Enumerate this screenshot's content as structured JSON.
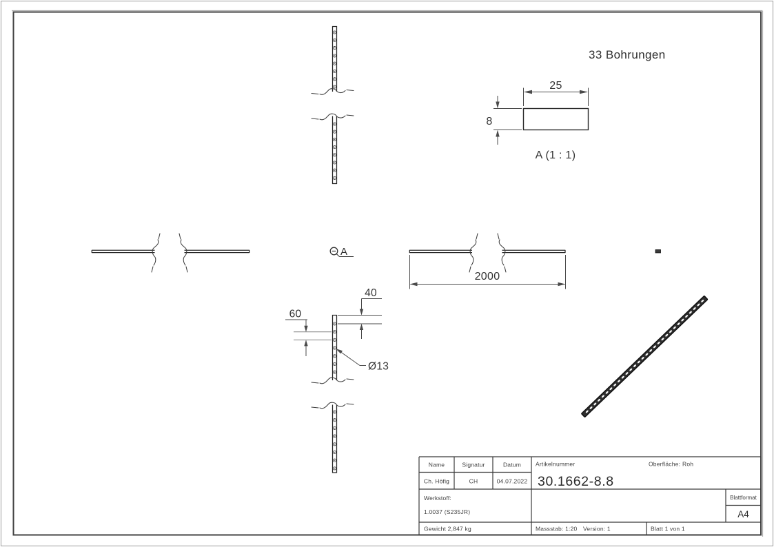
{
  "drawing": {
    "note": "33 Bohrungen",
    "detail_view_label": "A (1 : 1)",
    "detail_callout": "A",
    "dim_width": "25",
    "dim_thickness": "8",
    "dim_length": "2000",
    "dim_pitch": "60",
    "dim_end_offset": "40",
    "dim_hole_diameter": "Ø13"
  },
  "title_block": {
    "name_label": "Name",
    "signatur_label": "Signatur",
    "datum_label": "Datum",
    "name": "Ch. Höfig",
    "signatur": "CH",
    "datum": "04.07.2022",
    "artikelnummer_label": "Artikelnummer",
    "artikelnummer": "30.1662-8.8",
    "oberflaeche_label": "Oberfläche:",
    "oberflaeche_value": "Roh",
    "werkstoff_label": "Werkstoff:",
    "werkstoff_value": "1.0037 (S235JR)",
    "blattformat_label": "Blattformat",
    "blattformat_value": "A4",
    "gewicht": "Gewicht 2,847 kg",
    "massstab": "Massstab: 1:20",
    "version": "Version: 1",
    "blatt": "Blatt 1 von 1"
  },
  "colors": {
    "line": "#262626",
    "dimension": "#4a4a4a",
    "background": "#ffffff"
  }
}
